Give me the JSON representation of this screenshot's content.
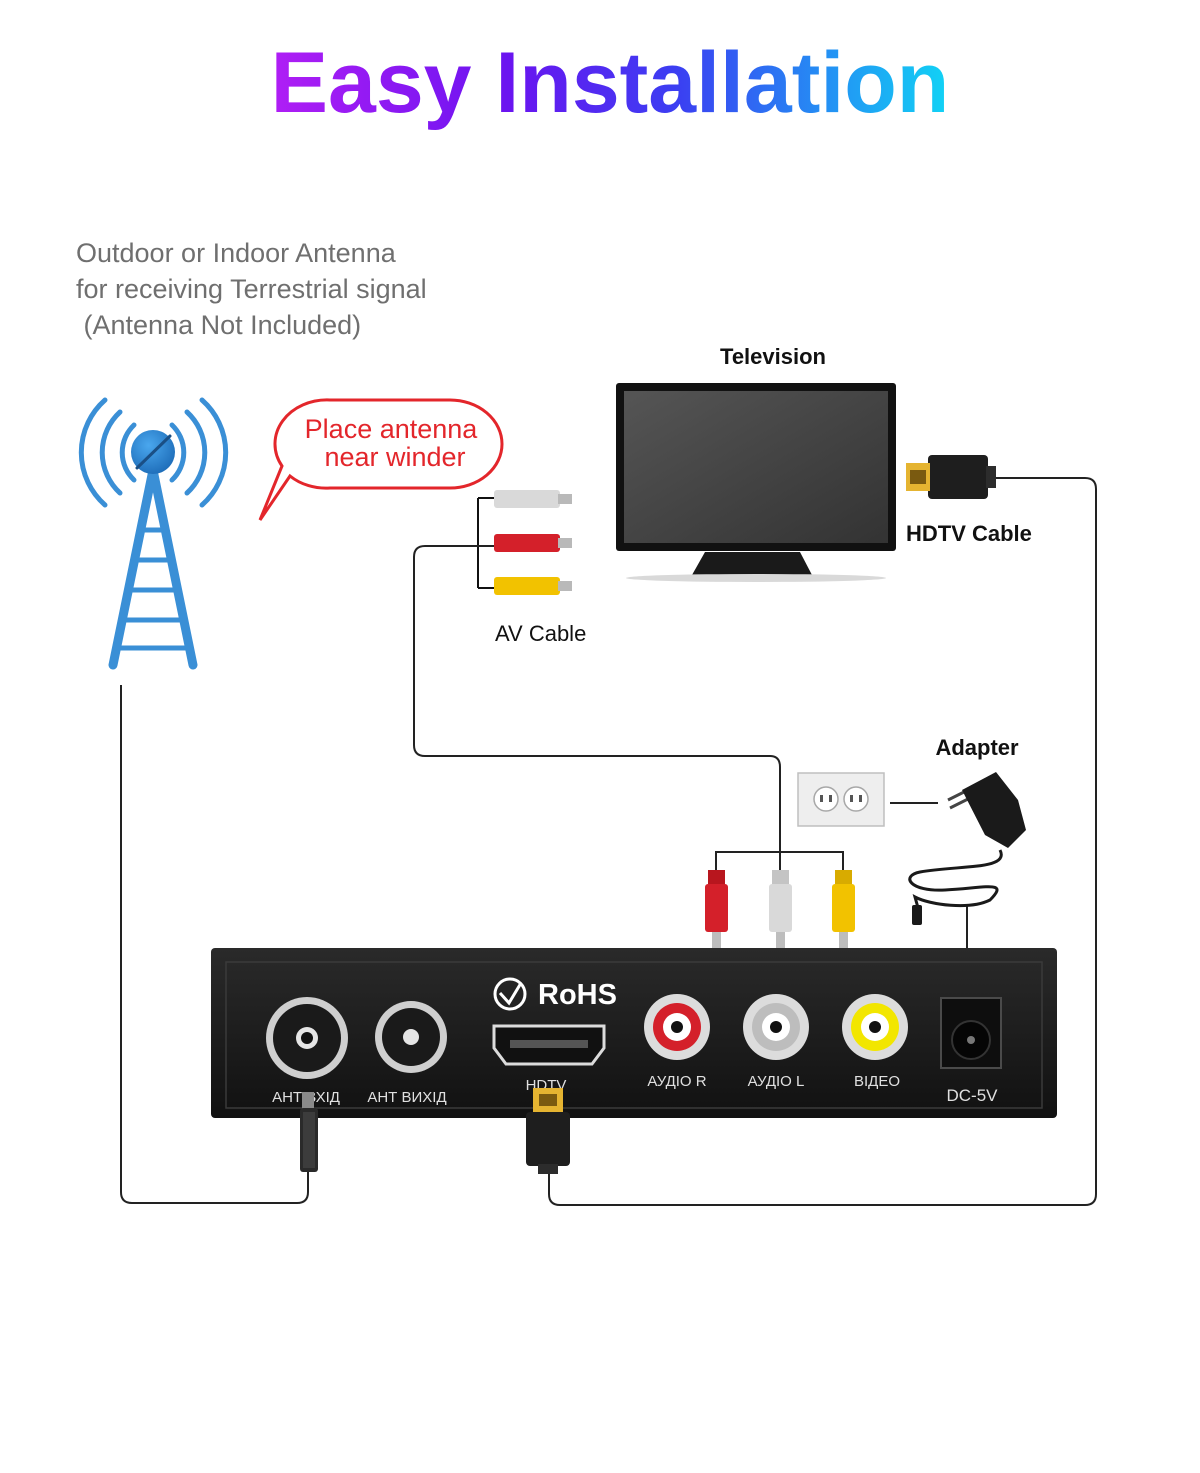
{
  "title": "Easy Installation",
  "antenna": {
    "note_line1": "Outdoor or Indoor Antenna",
    "note_line2": "for receiving Terrestrial signal",
    "note_line3": " (Antenna Not Included)",
    "bubble_line1": "Place antenna",
    "bubble_line2": "near winder"
  },
  "labels": {
    "television": "Television",
    "hdtv_cable": "HDTV Cable",
    "av_cable": "AV Cable",
    "adapter": "Adapter"
  },
  "receiver": {
    "logo": "RoHS",
    "port_ant_in": "АНТ ВХІД",
    "port_ant_out": "АНТ ВИХІД",
    "port_hdtv": "HDTV",
    "port_audio_r": "АУДІО R",
    "port_audio_l": "АУДІО L",
    "port_video": "ВІДЕО",
    "port_dc": "DC-5V"
  },
  "colors": {
    "cable_red": "#d4202a",
    "cable_white": "#d9d9d9",
    "cable_yellow": "#f2c200",
    "antenna_blue": "#3a8fd6",
    "bubble_red": "#e3262b"
  }
}
